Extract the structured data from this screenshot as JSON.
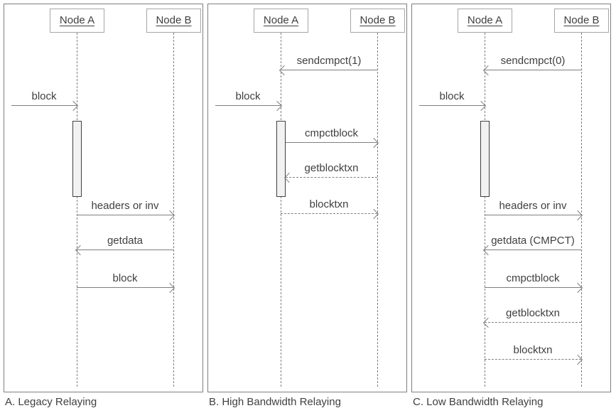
{
  "panels": [
    {
      "id": "legacy",
      "caption": "A. Legacy Relaying",
      "nodes": {
        "a": "Node A",
        "b": "Node B"
      },
      "messages": [
        {
          "label": "block",
          "from": "external",
          "to": "node-a",
          "line": "solid"
        },
        {
          "label": "headers or inv",
          "from": "node-a",
          "to": "node-b",
          "line": "solid"
        },
        {
          "label": "getdata",
          "from": "node-b",
          "to": "node-a",
          "line": "solid"
        },
        {
          "label": "block",
          "from": "node-a",
          "to": "node-b",
          "line": "solid"
        }
      ]
    },
    {
      "id": "high-bandwidth",
      "caption": "B. High Bandwidth Relaying",
      "nodes": {
        "a": "Node A",
        "b": "Node B"
      },
      "messages": [
        {
          "label": "sendcmpct(1)",
          "from": "node-b",
          "to": "node-a",
          "line": "solid"
        },
        {
          "label": "block",
          "from": "external",
          "to": "node-a",
          "line": "solid"
        },
        {
          "label": "cmpctblock",
          "from": "node-a",
          "to": "node-b",
          "line": "solid"
        },
        {
          "label": "getblocktxn",
          "from": "node-b",
          "to": "node-a",
          "line": "dashed"
        },
        {
          "label": "blocktxn",
          "from": "node-a",
          "to": "node-b",
          "line": "dashed"
        }
      ]
    },
    {
      "id": "low-bandwidth",
      "caption": "C. Low Bandwidth Relaying",
      "nodes": {
        "a": "Node A",
        "b": "Node B"
      },
      "messages": [
        {
          "label": "sendcmpct(0)",
          "from": "node-b",
          "to": "node-a",
          "line": "solid"
        },
        {
          "label": "block",
          "from": "external",
          "to": "node-a",
          "line": "solid"
        },
        {
          "label": "headers or inv",
          "from": "node-a",
          "to": "node-b",
          "line": "solid"
        },
        {
          "label": "getdata (CMPCT)",
          "from": "node-b",
          "to": "node-a",
          "line": "solid"
        },
        {
          "label": "cmpctblock",
          "from": "node-a",
          "to": "node-b",
          "line": "solid"
        },
        {
          "label": "getblocktxn",
          "from": "node-b",
          "to": "node-a",
          "line": "dashed"
        },
        {
          "label": "blocktxn",
          "from": "node-a",
          "to": "node-b",
          "line": "dashed"
        }
      ]
    }
  ],
  "colors": {
    "background": "#ffffff",
    "frame_border": "#7f7f7f",
    "node_border": "#a6a6a6",
    "line": "#7f7f7f",
    "text": "#3f3f3f",
    "activation_fill": "#f2f2f2",
    "activation_border": "#404040"
  }
}
